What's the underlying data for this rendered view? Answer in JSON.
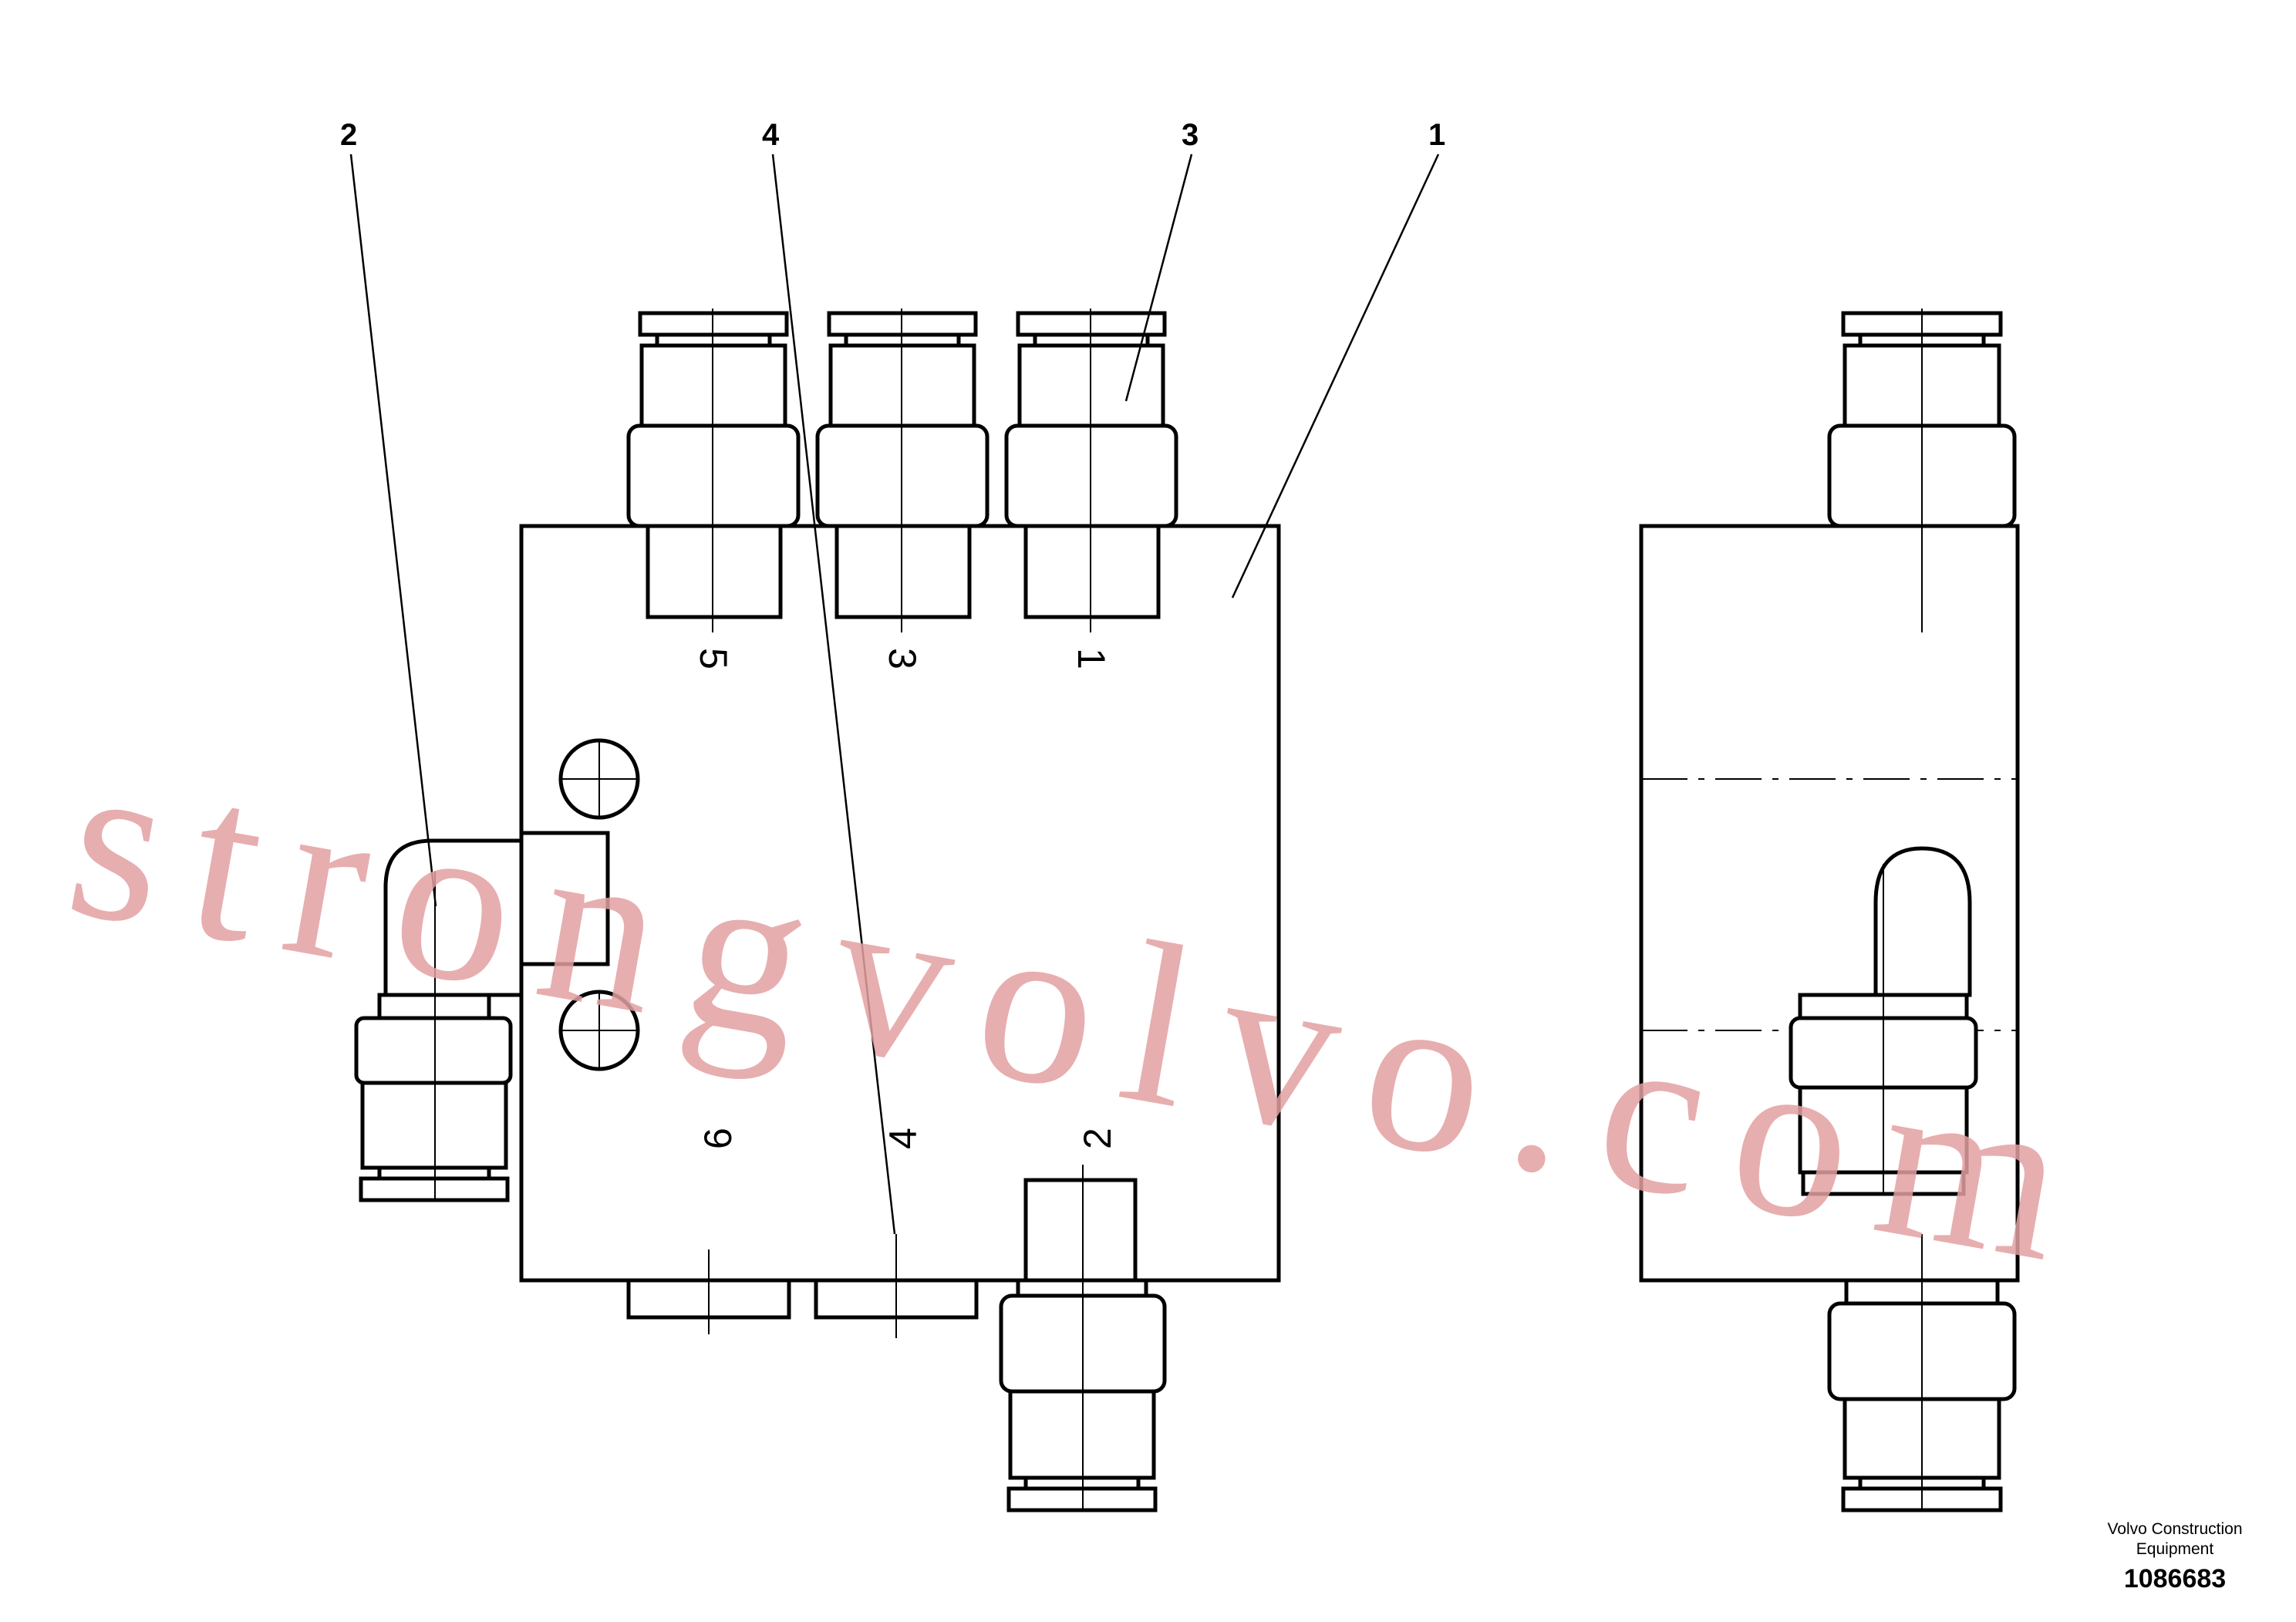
{
  "callouts": [
    "1",
    "2",
    "3",
    "4"
  ],
  "port_labels": [
    "5",
    "3",
    "1",
    "6",
    "4",
    "2"
  ],
  "watermark": "strongvolvo.com",
  "footer": {
    "company": "Volvo Construction Equipment",
    "drawing_number": "1086683"
  }
}
